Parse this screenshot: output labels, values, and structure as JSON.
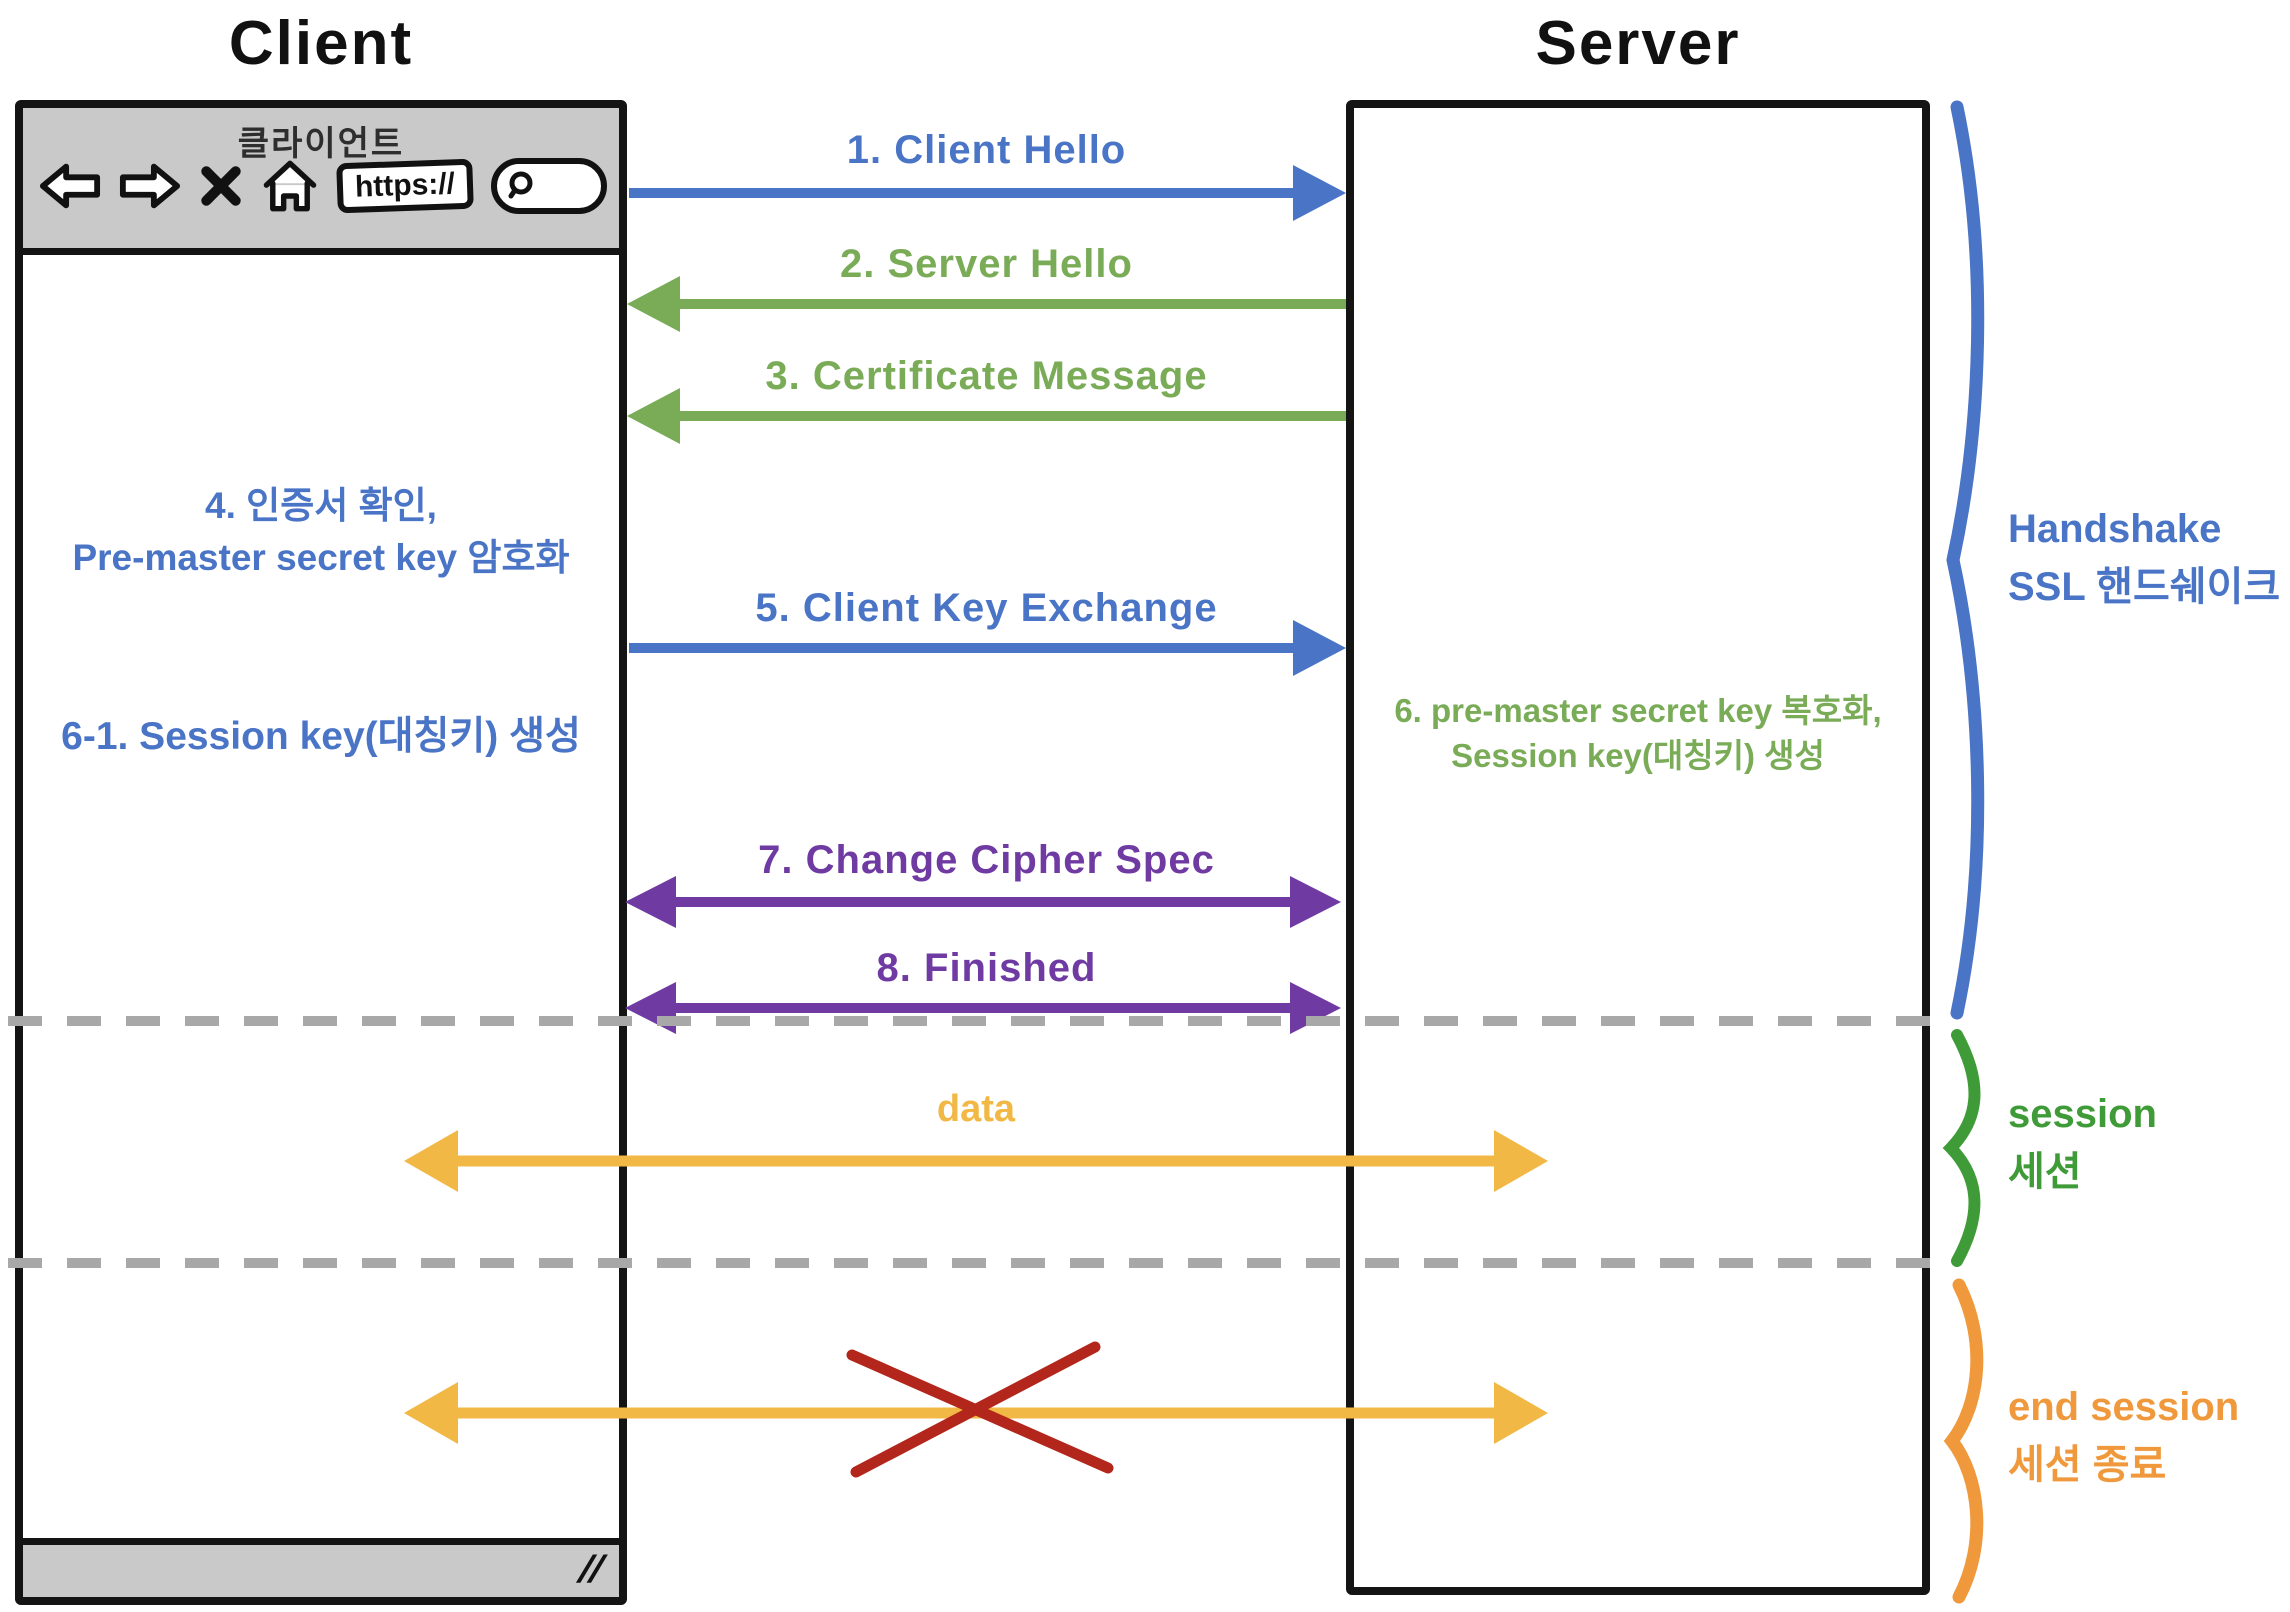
{
  "headers": {
    "client": "Client",
    "server": "Server"
  },
  "client_window": {
    "titlebar_label": "클라이언트",
    "address_text": "https://",
    "resize_glyph": "//",
    "note_step4_line1": "4. 인증서 확인,",
    "note_step4_line2": "Pre-master secret key 암호화",
    "note_step6_1": "6-1. Session key(대칭키) 생성"
  },
  "server_window": {
    "note_step6_line1": "6. pre-master secret key 복호화,",
    "note_step6_line2": "Session key(대칭키) 생성"
  },
  "messages": {
    "m1": "1. Client Hello",
    "m2": "2. Server Hello",
    "m3": "3. Certificate Message",
    "m5": "5. Client Key Exchange",
    "m7": "7. Change Cipher Spec",
    "m8": "8. Finished",
    "data": "data"
  },
  "phase_labels": {
    "handshake_en": "Handshake",
    "handshake_ko": "SSL 핸드쉐이크",
    "session_en": "session",
    "session_ko": "세션",
    "end_session_en": "end session",
    "end_session_ko": "세션 종료"
  },
  "icons": {
    "back": "back-arrow",
    "forward": "forward-arrow",
    "close": "x-mark",
    "home": "house",
    "search": "magnifier"
  },
  "colors": {
    "blue": "#4a74c6",
    "green": "#7aac58",
    "purple": "#6f3ba2",
    "gold": "#f2b845",
    "orange": "#f0993c",
    "red": "#b2261b",
    "dash_gray": "#a8a8a8",
    "toolbar_gray": "#c9c9c9"
  }
}
